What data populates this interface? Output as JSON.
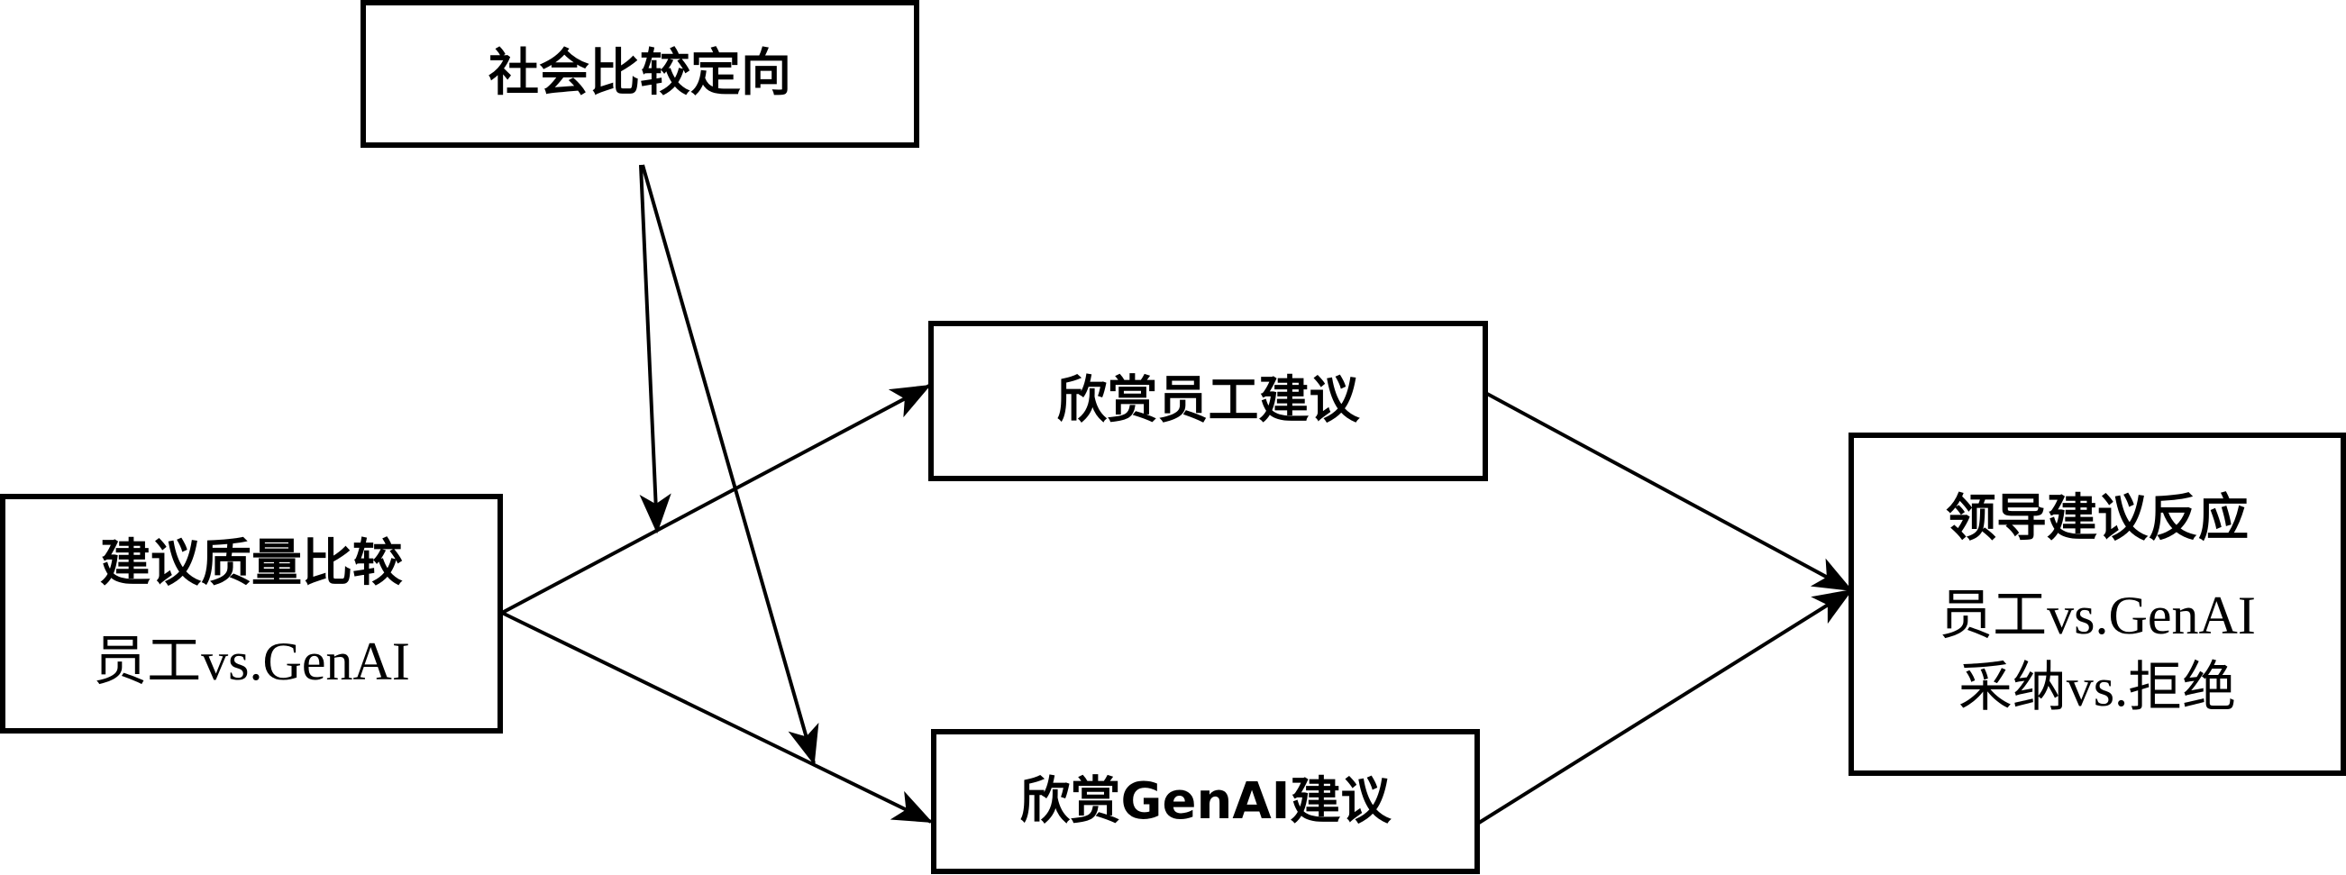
{
  "diagram": {
    "title": "",
    "nodes": {
      "moderator": {
        "label": "社会比较定向"
      },
      "independent": {
        "label": "建议质量比较",
        "sublabel": "员工vs.GenAI"
      },
      "mediator_employee": {
        "label": "欣赏员工建议"
      },
      "mediator_genai": {
        "label": "欣赏GenAI建议"
      },
      "dependent": {
        "label": "领导建议反应",
        "sublabel_1": "员工vs.GenAI",
        "sublabel_2": "采纳vs.拒绝"
      }
    },
    "edges": [
      {
        "from": "independent",
        "to": "mediator_employee",
        "type": "arrow"
      },
      {
        "from": "independent",
        "to": "mediator_genai",
        "type": "arrow"
      },
      {
        "from": "mediator_employee",
        "to": "dependent",
        "type": "arrow"
      },
      {
        "from": "mediator_genai",
        "to": "dependent",
        "type": "arrow"
      },
      {
        "from": "moderator",
        "to": "edge:independent->mediator_employee",
        "type": "moderation-arrow"
      },
      {
        "from": "moderator",
        "to": "edge:independent->mediator_genai",
        "type": "moderation-arrow"
      }
    ],
    "colors": {
      "stroke": "#000000",
      "fill": "#ffffff",
      "text": "#000000"
    }
  }
}
